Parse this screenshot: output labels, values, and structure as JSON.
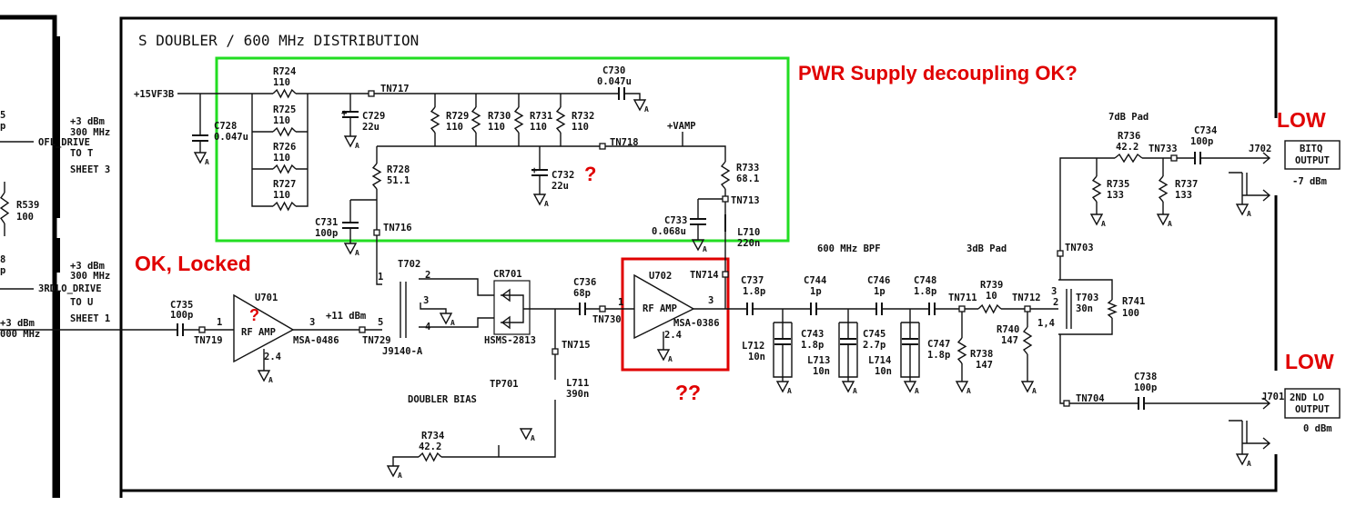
{
  "title": "S DOUBLER / 600 MHz DISTRIBUTION",
  "ground_label": "A",
  "colors": {
    "annotation": "#e00000",
    "green_box": "#22dd22",
    "red_box": "#e00000",
    "ink": "#111111"
  },
  "annotations": {
    "pwr_note": "PWR Supply decoupling OK?",
    "ok_locked": "OK, Locked",
    "q_c732": "?",
    "q_u701": "?",
    "q_u702": "??",
    "low_bitq": "LOW",
    "low_2ndlo": "LOW"
  },
  "offsheet": {
    "l5": "5",
    "lp": "p",
    "l8": "8",
    "lp2": "p",
    "ofl_dbm": "+3 dBm",
    "ofl_freq": "300 MHz",
    "ofl_net": "OFL_DRIVE",
    "ofl_to": "TO  T",
    "ofl_sheet": "SHEET 3",
    "r539": "R539",
    "r539_v": "100",
    "rdlo_dbm": "+3 dBm",
    "rdlo_freq": "300 MHz",
    "rdlo_net": "3RDLO_DRIVE",
    "rdlo_to": "TO  U",
    "rdlo_sheet": "SHEET 1",
    "in_dbm": "+3 dBm",
    "in_freq": "000 MHz"
  },
  "labels": {
    "vsupply": "+15VF3B",
    "vamp": "+VAMP",
    "R724": "R724",
    "R724v": "110",
    "R725": "R725",
    "R725v": "110",
    "R726": "R726",
    "R726v": "110",
    "R727": "R727",
    "R727v": "110",
    "C728": "C728",
    "C728v": "0.047u",
    "C729": "C729",
    "C729v": "22u",
    "plus1": "+",
    "plus2": "+",
    "TN717": "TN717",
    "R729": "R729",
    "R729v": "110",
    "R730": "R730",
    "R730v": "110",
    "R731": "R731",
    "R731v": "110",
    "R732": "R732",
    "R732v": "110",
    "C730": "C730",
    "C730v": "0.047u",
    "TN718": "TN718",
    "R728": "R728",
    "R728v": "51.1",
    "C732": "C732",
    "C732v": "22u",
    "R733": "R733",
    "R733v": "68.1",
    "TN713": "TN713",
    "C733": "C733",
    "C733v": "0.068u",
    "L710": "L710",
    "L710v": "220n",
    "C731": "C731",
    "C731v": "100p",
    "TN716": "TN716",
    "C735": "C735",
    "C735v": "100p",
    "TN719": "TN719",
    "u701_p1": "1",
    "U701": "U701",
    "u701_type": "RF AMP",
    "u701_gnd": "2.4",
    "u701_part": "MSA-0486",
    "u701_p3": "3",
    "plus11": "+11 dBm",
    "t702_p5": "5",
    "TN729": "TN729",
    "J9140": "J9140-A",
    "T702": "T702",
    "t702_p1": "1",
    "t702_p2": "2",
    "t702_p3": "3",
    "t702_p4": "4",
    "CR701": "CR701",
    "HSMS": "HSMS-2813",
    "C736": "C736",
    "C736v": "68p",
    "TN730": "TN730",
    "u702_p1": "1",
    "U702": "U702",
    "u702_type": "RF AMP",
    "u702_part": "MSA-0386",
    "u702_gnd": "2.4",
    "u702_p3": "3",
    "TN714": "TN714",
    "TN715": "TN715",
    "L711": "L711",
    "L711v": "390n",
    "TP701": "TP701",
    "doubler_bias": "DOUBLER BIAS",
    "R734": "R734",
    "R734v": "42.2",
    "bpf": "600 MHz BPF",
    "pad3": "3dB Pad",
    "C737": "C737",
    "C737v": "1.8p",
    "C744": "C744",
    "C744v": "1p",
    "C746": "C746",
    "C746v": "1p",
    "C748": "C748",
    "C748v": "1.8p",
    "C743": "C743",
    "C743v": "1.8p",
    "C745": "C745",
    "C745v": "2.7p",
    "C747": "C747",
    "C747v": "1.8p",
    "L712": "L712",
    "L712v": "10n",
    "L713": "L713",
    "L713v": "10n",
    "L714": "L714",
    "L714v": "10n",
    "TN711": "TN711",
    "R739": "R739",
    "R739v": "10",
    "TN712": "TN712",
    "R738": "R738",
    "R738v": "147",
    "R740": "R740",
    "R740v": "147",
    "t703_p3": "3",
    "t703_p2": "2",
    "t703_p14": "1,4",
    "T703": "T703",
    "T703v": "30n",
    "R741": "R741",
    "R741v": "100",
    "TN703": "TN703",
    "pad7": "7dB Pad",
    "R736": "R736",
    "R736v": "42.2",
    "R735": "R735",
    "R735v": "133",
    "R737": "R737",
    "R737v": "133",
    "TN733": "TN733",
    "C734": "C734",
    "C734v": "100p",
    "J702": "J702",
    "bitq1": "BITQ",
    "bitq2": "OUTPUT",
    "bitq_level": "-7 dBm",
    "TN704": "TN704",
    "C738": "C738",
    "C738v": "100p",
    "J701": "J701",
    "lo1": "2ND LO",
    "lo2": "OUTPUT",
    "lo_level": "0 dBm"
  }
}
